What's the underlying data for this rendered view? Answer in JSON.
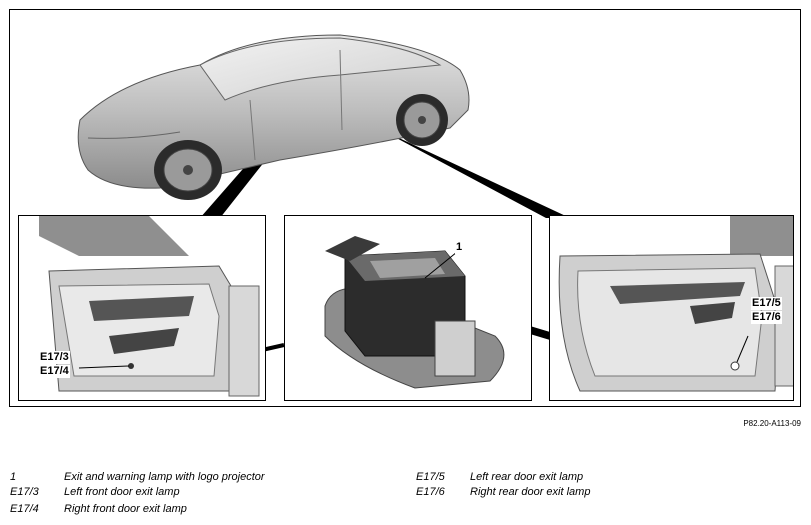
{
  "callouts": {
    "lamp": "1",
    "front_a": "E17/3",
    "front_b": "E17/4",
    "rear_a": "E17/5",
    "rear_b": "E17/6"
  },
  "reference": "P82.20-A113-09",
  "legend": [
    {
      "code": "1",
      "text": "Exit and warning lamp with logo projector"
    },
    {
      "code": "E17/3",
      "text": "Left front door exit lamp"
    },
    {
      "code": "E17/4",
      "text": "Right front door exit lamp"
    },
    {
      "code": "E17/5",
      "text": "Left rear door exit lamp"
    },
    {
      "code": "E17/6",
      "text": "Right rear door exit lamp"
    }
  ]
}
